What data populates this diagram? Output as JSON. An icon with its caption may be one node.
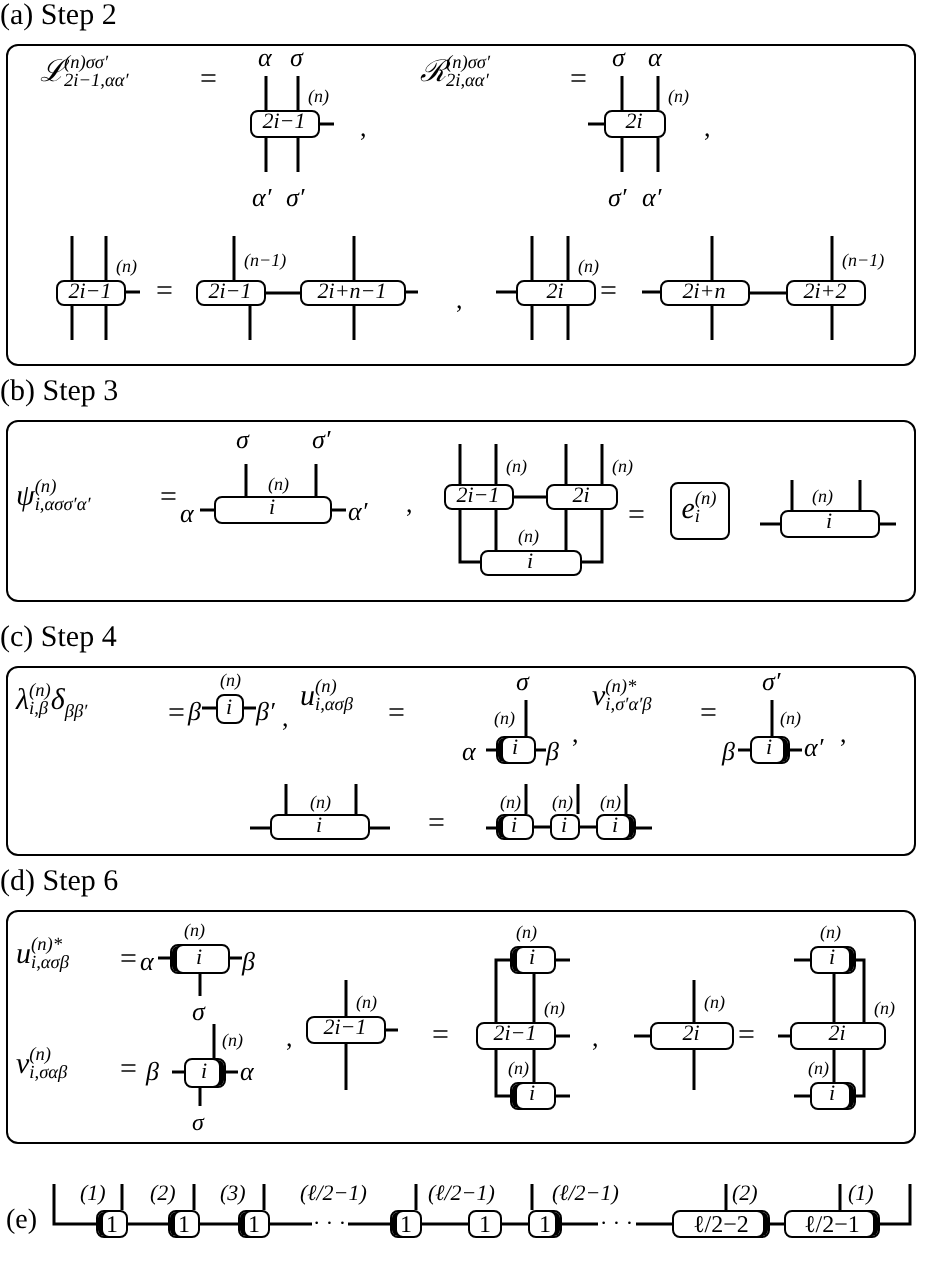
{
  "diagram": {
    "nodes": [
      {
        "text": [
          "(a) Step 2"
        ]
      },
      {
        "text": [
          "2i−1"
        ],
        "in": 0,
        "beside": [
          "α",
          "σ",
          "(n)",
          "α′",
          "σ′"
        ]
      },
      {
        "text": [
          "2i"
        ],
        "in": 0,
        "beside": [
          "σ",
          "α",
          "(n)",
          "σ′",
          "α′"
        ]
      },
      {
        "text": [
          "2i−1"
        ],
        "in": 0,
        "beside": [
          "(n)"
        ]
      },
      {
        "text": [
          "2i−1"
        ],
        "in": 0,
        "beside": [
          "(n−1)"
        ]
      },
      {
        "text": [
          "2i+n−1"
        ],
        "in": 0
      },
      {
        "text": [
          "2i"
        ],
        "in": 0,
        "beside": [
          "(n)"
        ]
      },
      {
        "text": [
          "2i+n"
        ],
        "in": 0
      },
      {
        "text": [
          "2i+2"
        ],
        "in": 0,
        "beside": [
          "(n−1)"
        ]
      },
      {
        "text": [
          "(b) Step 3"
        ]
      },
      {
        "text": [
          "i"
        ],
        "in": 9,
        "beside": [
          "σ",
          "σ′",
          "(n)",
          "α",
          "α′"
        ]
      },
      {
        "text": [
          "2i−1"
        ],
        "in": 9,
        "beside": [
          "(n)"
        ]
      },
      {
        "text": [
          "2i"
        ],
        "in": 9,
        "beside": [
          "(n)"
        ]
      },
      {
        "text": [
          "i"
        ],
        "in": 9,
        "beside": [
          "(n)"
        ]
      },
      {
        "text": [
          "e$^{(n)}$$_{i}$"
        ],
        "in": 9
      },
      {
        "text": [
          "i"
        ],
        "in": 9,
        "beside": [
          "(n)"
        ]
      },
      {
        "text": [
          "(c) Step 4"
        ]
      },
      {
        "text": [
          "i"
        ],
        "in": 16,
        "beside": [
          "(n)",
          "β",
          "β′"
        ]
      },
      {
        "text": [
          "i"
        ],
        "in": 16,
        "beside": [
          "σ",
          "(n)",
          "α",
          "β"
        ]
      },
      {
        "text": [
          "i"
        ],
        "in": 16,
        "beside": [
          "σ′",
          "(n)",
          "β",
          "α′"
        ]
      },
      {
        "text": [
          "i"
        ],
        "in": 16,
        "beside": [
          "(n)"
        ]
      },
      {
        "text": [
          "i"
        ],
        "in": 16,
        "beside": [
          "(n)"
        ]
      },
      {
        "text": [
          "i"
        ],
        "in": 16,
        "beside": [
          "(n)"
        ]
      },
      {
        "text": [
          "i"
        ],
        "in": 16,
        "beside": [
          "(n)"
        ]
      },
      {
        "text": [
          "(d) Step 6"
        ]
      },
      {
        "text": [
          "i"
        ],
        "in": 24,
        "beside": [
          "(n)",
          "α",
          "β",
          "σ"
        ]
      },
      {
        "text": [
          "i"
        ],
        "in": 24,
        "beside": [
          "(n)",
          "β",
          "α",
          "σ"
        ]
      },
      {
        "text": [
          "2i−1"
        ],
        "in": 24,
        "beside": [
          "(n)"
        ]
      },
      {
        "text": [
          "i"
        ],
        "in": 24,
        "beside": [
          "(n)"
        ]
      },
      {
        "text": [
          "2i−1"
        ],
        "in": 24,
        "beside": [
          "(n)"
        ]
      },
      {
        "text": [
          "i"
        ],
        "in": 24,
        "beside": [
          "(n)"
        ]
      },
      {
        "text": [
          "2i"
        ],
        "in": 24,
        "beside": [
          "(n)"
        ]
      },
      {
        "text": [
          "i"
        ],
        "in": 24,
        "beside": [
          "(n)"
        ]
      },
      {
        "text": [
          "2i"
        ],
        "in": 24,
        "beside": [
          "(n)"
        ]
      },
      {
        "text": [
          "i"
        ],
        "in": 24,
        "beside": [
          "(n)"
        ]
      },
      {
        "text": [
          "1"
        ],
        "beside": [
          "(1)"
        ]
      },
      {
        "text": [
          "1"
        ],
        "beside": [
          "(2)"
        ]
      },
      {
        "text": [
          "1"
        ],
        "beside": [
          "(3)"
        ]
      },
      {
        "text": [
          "1"
        ],
        "beside": [
          "(ℓ/2−1)"
        ]
      },
      {
        "text": [
          "1"
        ],
        "beside": [
          "(ℓ/2−1)"
        ]
      },
      {
        "text": [
          "1"
        ],
        "beside": [
          "(ℓ/2−1)"
        ]
      },
      {
        "text": [
          "ℓ/2−2"
        ],
        "beside": [
          "(2)"
        ]
      },
      {
        "text": [
          "ℓ/2−1"
        ],
        "beside": [
          "(1)"
        ]
      }
    ],
    "edges": [
      {
        "from": 4,
        "to": 5,
        "arrow": "none"
      },
      {
        "from": 7,
        "to": 8,
        "arrow": "none"
      },
      {
        "from": 11,
        "to": 12,
        "arrow": "none"
      },
      {
        "from": 11,
        "to": 13,
        "arrow": "none"
      },
      {
        "from": 11,
        "to": 13,
        "arrow": "none"
      },
      {
        "from": 12,
        "to": 13,
        "arrow": "none"
      },
      {
        "from": 12,
        "to": 13,
        "arrow": "none"
      },
      {
        "from": 21,
        "to": 22,
        "arrow": "none"
      },
      {
        "from": 22,
        "to": 23,
        "arrow": "none"
      },
      {
        "from": 29,
        "to": 28,
        "arrow": "none"
      },
      {
        "from": 29,
        "to": 28,
        "arrow": "none"
      },
      {
        "from": 29,
        "to": 30,
        "arrow": "none"
      },
      {
        "from": 29,
        "to": 30,
        "arrow": "none"
      },
      {
        "from": 33,
        "to": 32,
        "arrow": "none"
      },
      {
        "from": 33,
        "to": 32,
        "arrow": "none"
      },
      {
        "from": 33,
        "to": 34,
        "arrow": "none"
      },
      {
        "from": 33,
        "to": 34,
        "arrow": "none"
      },
      {
        "from": 35,
        "to": 36,
        "arrow": "none"
      },
      {
        "from": 36,
        "to": 37,
        "arrow": "none"
      },
      {
        "from": 37,
        "to": 38,
        "arrow": "none",
        "label": "· · ·"
      },
      {
        "from": 38,
        "to": 39,
        "arrow": "none"
      },
      {
        "from": 39,
        "to": 40,
        "arrow": "none"
      },
      {
        "from": 40,
        "to": 41,
        "arrow": "none",
        "label": "· · ·"
      },
      {
        "from": 41,
        "to": 42,
        "arrow": "none"
      }
    ],
    "labels": [
      "ℒ$^{(n)σσ′}$$_{2i−1,αα′}$",
      "=",
      ",",
      "ℛ$^{(n)σσ′}$$_{2i,αα′}$",
      "=",
      ",",
      "=",
      ",",
      "=",
      "ψ$^{(n)}$$_{i,ασσ′α′}$",
      "=",
      ",",
      "=",
      "λ$^{(n)}$$_{i,β}$δ$_{ββ′}$",
      "=",
      ",",
      "u$^{(n)}$$_{i,ασβ}$",
      "=",
      ",",
      "v$^{(n)*}$$_{i,σ′α′β}$",
      "=",
      ",",
      "=",
      "u$^{(n)*}$$_{i,ασβ}$",
      "=",
      "v$^{(n)}$$_{i,σαβ}$",
      "=",
      ",",
      "=",
      ",",
      "=",
      "(e)"
    ]
  }
}
